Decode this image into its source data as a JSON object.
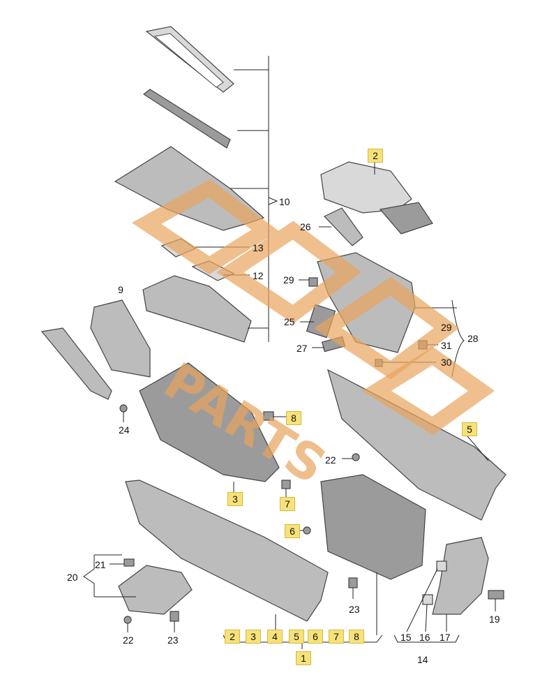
{
  "callouts": [
    {
      "id": "c2a",
      "label": "2",
      "hl": true
    },
    {
      "id": "c10",
      "label": "10",
      "hl": false
    },
    {
      "id": "c26",
      "label": "26",
      "hl": false
    },
    {
      "id": "c13",
      "label": "13",
      "hl": false
    },
    {
      "id": "c12",
      "label": "12",
      "hl": false
    },
    {
      "id": "c29a",
      "label": "29",
      "hl": false
    },
    {
      "id": "c9",
      "label": "9",
      "hl": false
    },
    {
      "id": "c25",
      "label": "25",
      "hl": false
    },
    {
      "id": "c29b",
      "label": "29",
      "hl": false
    },
    {
      "id": "c28",
      "label": "28",
      "hl": false
    },
    {
      "id": "c31",
      "label": "31",
      "hl": false
    },
    {
      "id": "c27",
      "label": "27",
      "hl": false
    },
    {
      "id": "c30",
      "label": "30",
      "hl": false
    },
    {
      "id": "c24",
      "label": "24",
      "hl": false
    },
    {
      "id": "c8",
      "label": "8",
      "hl": true
    },
    {
      "id": "c5a",
      "label": "5",
      "hl": true
    },
    {
      "id": "c22a",
      "label": "22",
      "hl": false
    },
    {
      "id": "c3a",
      "label": "3",
      "hl": true
    },
    {
      "id": "c7a",
      "label": "7",
      "hl": true
    },
    {
      "id": "c6a",
      "label": "6",
      "hl": true
    },
    {
      "id": "c21",
      "label": "21",
      "hl": false
    },
    {
      "id": "c20",
      "label": "20",
      "hl": false
    },
    {
      "id": "c23a",
      "label": "23",
      "hl": false
    },
    {
      "id": "c22b",
      "label": "22",
      "hl": false
    },
    {
      "id": "c23b",
      "label": "23",
      "hl": false
    },
    {
      "id": "c19",
      "label": "19",
      "hl": false
    },
    {
      "id": "c15",
      "label": "15",
      "hl": false
    },
    {
      "id": "c16",
      "label": "16",
      "hl": false
    },
    {
      "id": "c17",
      "label": "17",
      "hl": false
    },
    {
      "id": "c14",
      "label": "14",
      "hl": false
    },
    {
      "id": "c2b",
      "label": "2",
      "hl": true
    },
    {
      "id": "c3b",
      "label": "3",
      "hl": true
    },
    {
      "id": "c4",
      "label": "4",
      "hl": true
    },
    {
      "id": "c5b",
      "label": "5",
      "hl": true
    },
    {
      "id": "c6b",
      "label": "6",
      "hl": true
    },
    {
      "id": "c7b",
      "label": "7",
      "hl": true
    },
    {
      "id": "c8b",
      "label": "8",
      "hl": true
    },
    {
      "id": "c1",
      "label": "1",
      "hl": true
    }
  ],
  "watermark": {
    "text": "PARTS",
    "color": "#e8a45e"
  }
}
